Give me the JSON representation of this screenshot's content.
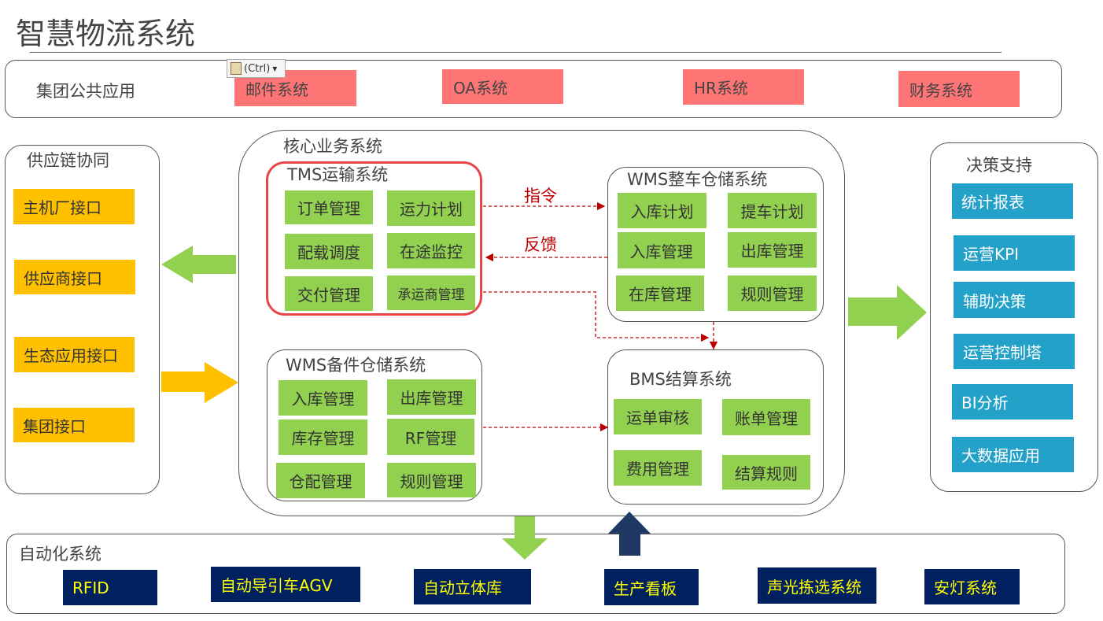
{
  "title": "智慧物流系统",
  "paste_tooltip": "(Ctrl)",
  "colors": {
    "green_box": "#92d050",
    "yellow_box": "#ffc000",
    "blue_box": "#23a1c8",
    "red_box": "#ff7575",
    "navy_box": "#002060",
    "navy_text": "#ffff00",
    "link_red": "#c00000",
    "tms_border": "#e8474a"
  },
  "group_apps": {
    "title": "集团公共应用",
    "items": [
      "邮件系统",
      "OA系统",
      "HR系统",
      "财务系统"
    ]
  },
  "supply_chain": {
    "title": "供应链协同",
    "items": [
      "主机厂接口",
      "供应商接口",
      "生态应用接口",
      "集团接口"
    ]
  },
  "core": {
    "title": "核心业务系统",
    "tms": {
      "title": "TMS运输系统",
      "items": [
        "订单管理",
        "运力计划",
        "配载调度",
        "在途监控",
        "交付管理",
        "承运商管理"
      ]
    },
    "wms_vehicle": {
      "title": "WMS整车仓储系统",
      "items": [
        "入库计划",
        "提车计划",
        "入库管理",
        "出库管理",
        "在库管理",
        "规则管理"
      ]
    },
    "wms_parts": {
      "title": "WMS备件仓储系统",
      "items": [
        "入库管理",
        "出库管理",
        "库存管理",
        "RF管理",
        "仓配管理",
        "规则管理"
      ]
    },
    "bms": {
      "title": "BMS结算系统",
      "items": [
        "运单审核",
        "账单管理",
        "费用管理",
        "结算规则"
      ]
    },
    "link_command": "指令",
    "link_feedback": "反馈"
  },
  "decision": {
    "title": "决策支持",
    "items": [
      "统计报表",
      "运营KPI",
      "辅助决策",
      "运营控制塔",
      "BI分析",
      "大数据应用"
    ]
  },
  "automation": {
    "title": "自动化系统",
    "items": [
      "RFID",
      "自动导引车AGV",
      "自动立体库",
      "生产看板",
      "声光拣选系统",
      "安灯系统"
    ]
  }
}
